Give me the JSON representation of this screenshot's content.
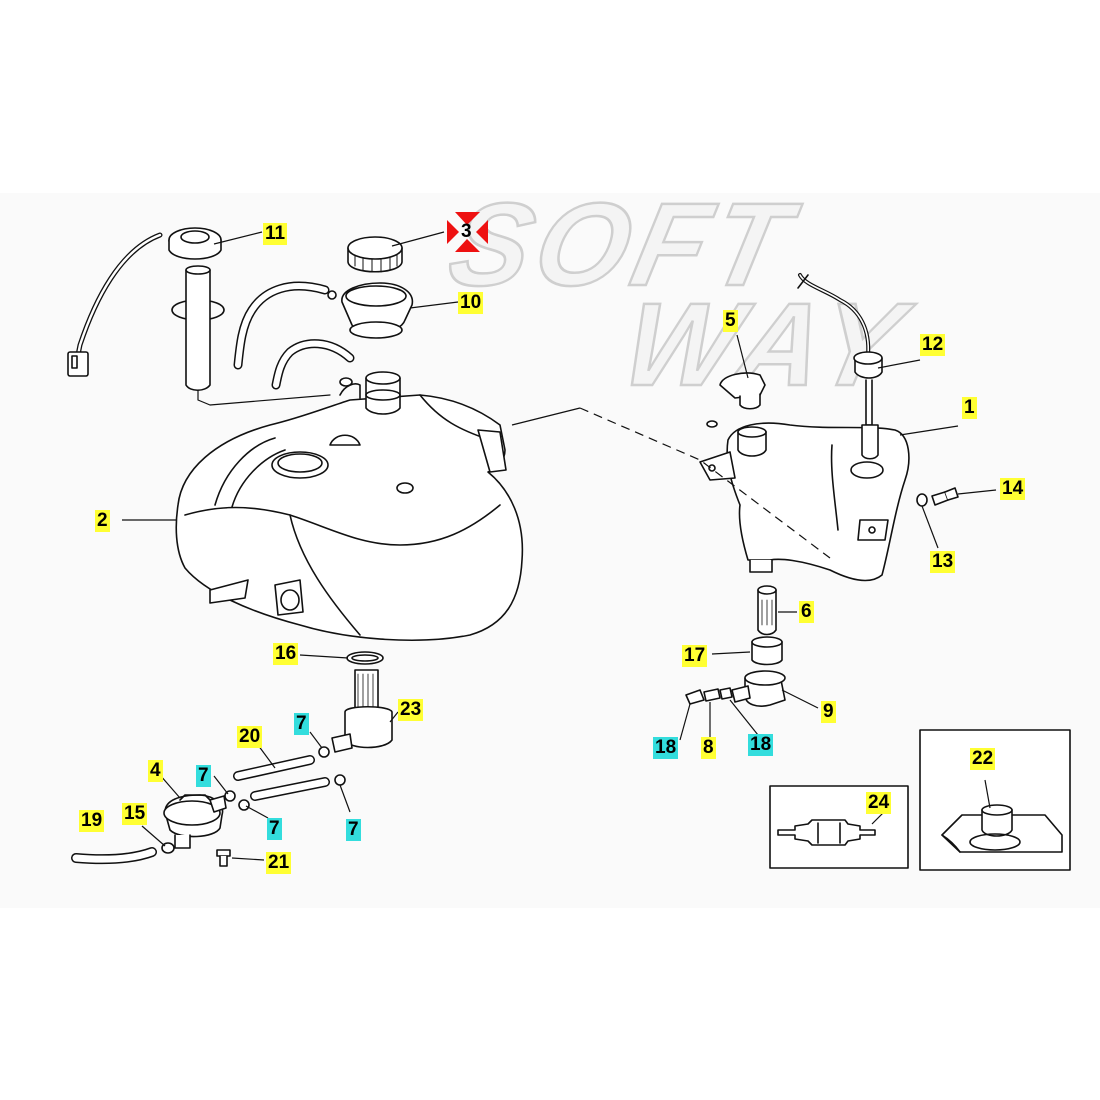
{
  "watermark": [
    "SOFT",
    "WAY"
  ],
  "colors": {
    "highlight_yellow": "#ffff33",
    "highlight_cyan": "#33dddd",
    "marker_red": "#ee1111",
    "line": "#111111",
    "watermark": "#cfcfcf"
  },
  "callouts": [
    {
      "id": "1",
      "text": "1",
      "hl": "yellow"
    },
    {
      "id": "2",
      "text": "2",
      "hl": "yellow"
    },
    {
      "id": "3",
      "text": "3",
      "hl": "none"
    },
    {
      "id": "4",
      "text": "4",
      "hl": "yellow"
    },
    {
      "id": "5",
      "text": "5",
      "hl": "yellow"
    },
    {
      "id": "6",
      "text": "6",
      "hl": "yellow"
    },
    {
      "id": "7a",
      "text": "7",
      "hl": "cyan"
    },
    {
      "id": "7b",
      "text": "7",
      "hl": "cyan"
    },
    {
      "id": "7c",
      "text": "7",
      "hl": "cyan"
    },
    {
      "id": "7d",
      "text": "7",
      "hl": "cyan"
    },
    {
      "id": "8",
      "text": "8",
      "hl": "yellow"
    },
    {
      "id": "9",
      "text": "9",
      "hl": "yellow"
    },
    {
      "id": "10",
      "text": "10",
      "hl": "yellow"
    },
    {
      "id": "11",
      "text": "11",
      "hl": "yellow"
    },
    {
      "id": "12",
      "text": "12",
      "hl": "yellow"
    },
    {
      "id": "13",
      "text": "13",
      "hl": "yellow"
    },
    {
      "id": "14",
      "text": "14",
      "hl": "yellow"
    },
    {
      "id": "15",
      "text": "15",
      "hl": "yellow"
    },
    {
      "id": "16",
      "text": "16",
      "hl": "yellow"
    },
    {
      "id": "17",
      "text": "17",
      "hl": "yellow"
    },
    {
      "id": "18a",
      "text": "18",
      "hl": "cyan"
    },
    {
      "id": "18b",
      "text": "18",
      "hl": "cyan"
    },
    {
      "id": "19",
      "text": "19",
      "hl": "yellow"
    },
    {
      "id": "20",
      "text": "20",
      "hl": "yellow"
    },
    {
      "id": "21",
      "text": "21",
      "hl": "yellow"
    },
    {
      "id": "22",
      "text": "22",
      "hl": "yellow"
    },
    {
      "id": "23",
      "text": "23",
      "hl": "yellow"
    },
    {
      "id": "24",
      "text": "24",
      "hl": "yellow"
    }
  ]
}
